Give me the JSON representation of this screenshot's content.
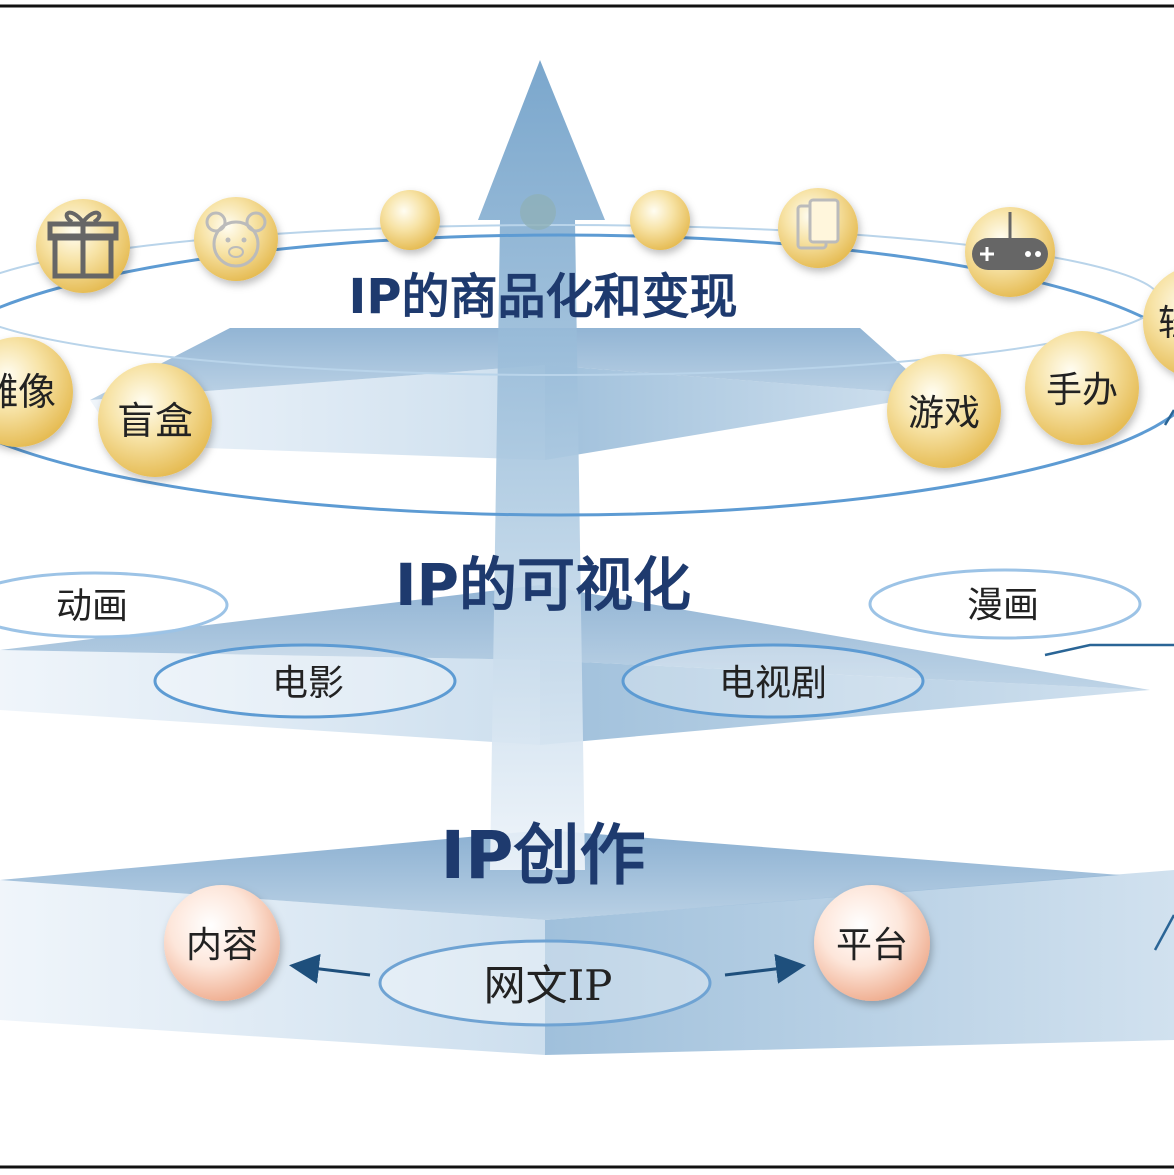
{
  "layers": {
    "top": {
      "title": "IP的商品化和变现",
      "icons": [
        "gift-icon",
        "bear-icon",
        "blank-coin-icon",
        "blank-coin-icon",
        "blank-coin-icon",
        "cards-icon",
        "gamepad-icon"
      ],
      "items": [
        "雕像",
        "盲盒",
        "游戏",
        "手办",
        "轻"
      ]
    },
    "middle": {
      "title": "IP的可视化",
      "items": [
        "动画",
        "电影",
        "电视剧",
        "漫画"
      ]
    },
    "bottom": {
      "title": "IP创作",
      "center": "网文IP",
      "left": "内容",
      "right": "平台"
    }
  },
  "colors": {
    "title": "#1e3a6e",
    "arrow": "#7fa9cc",
    "plate": "#a9c6de",
    "coin": "#f2d27a",
    "peach": "#f6c7ae",
    "ellipse": "#6fa3d3"
  }
}
